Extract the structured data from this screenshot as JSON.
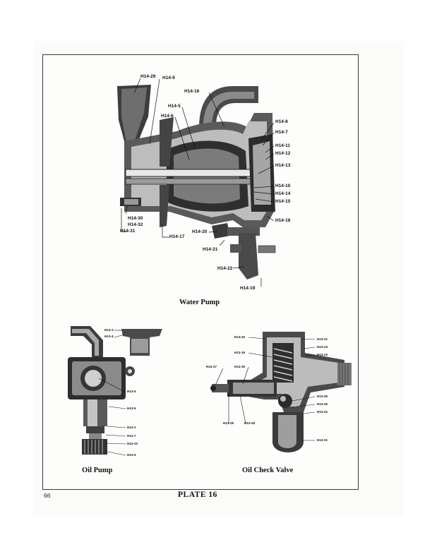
{
  "captions": {
    "water_pump": "Water Pump",
    "oil_pump": "Oil Pump",
    "oil_check_valve": "Oil Check Valve"
  },
  "footer": {
    "page_number": "66",
    "plate_title": "PLATE 16"
  },
  "water_pump_labels": [
    "H14-29",
    "H14-9",
    "H14-16",
    "H14-5",
    "H14-6",
    "H14-8",
    "H14-7",
    "H14-11",
    "H14-12",
    "H14-13",
    "H14-10",
    "H14-14",
    "H14-15",
    "H14-18",
    "H14-30",
    "H14-32",
    "H14-31",
    "H14-17",
    "H14-20",
    "H14-21",
    "H14-22",
    "H14-19"
  ],
  "oil_pump_labels": [
    "H13-3",
    "H13-4",
    "H13-5",
    "H13-6",
    "H13-2",
    "H13-7",
    "H13-10",
    "H13-9"
  ],
  "oil_check_valve_labels": [
    "H13-20",
    "H13-19",
    "H13-27",
    "H13-30",
    "H13-29",
    "H13-28",
    "H13-21",
    "H13-24",
    "H13-23",
    "H13-26",
    "H13-25",
    "H13-22",
    "H13-31"
  ]
}
